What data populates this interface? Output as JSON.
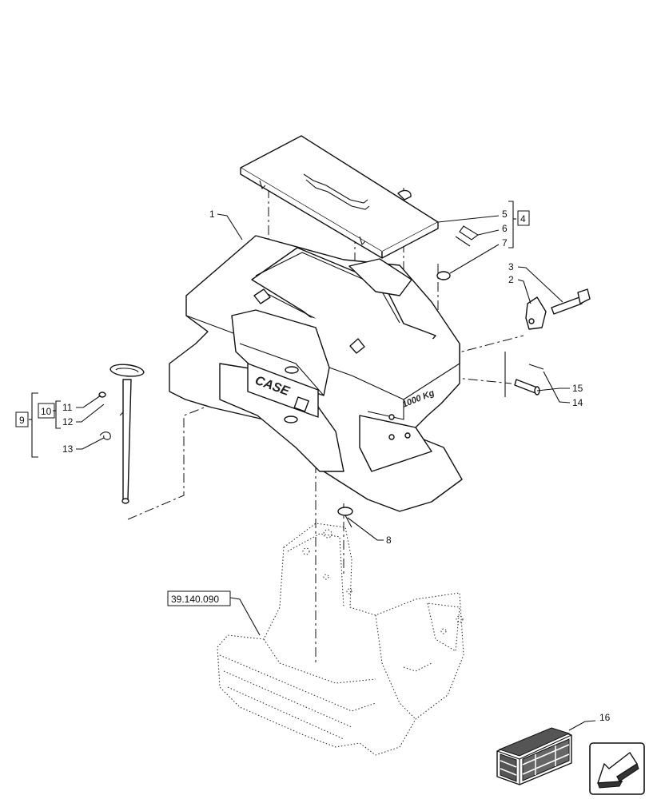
{
  "diagram": {
    "callouts": {
      "c1": "1",
      "c2": "2",
      "c3": "3",
      "c4": "4",
      "c5": "5",
      "c6": "6",
      "c7": "7",
      "c8": "8",
      "c9": "9",
      "c10": "10",
      "c11": "11",
      "c12": "12",
      "c13": "13",
      "c14": "14",
      "c15": "15",
      "c16": "16"
    },
    "reference": "39.140.090",
    "weight_marking": "1000 Kg",
    "brand_marking": "CASE"
  }
}
